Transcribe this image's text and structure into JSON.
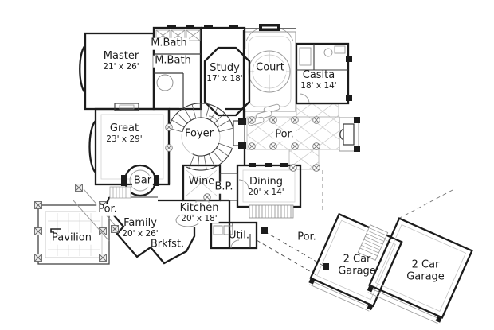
{
  "palette": {
    "ink": "#1c1c1c",
    "mid": "#3a3a3a",
    "light": "#9a9a9a",
    "faint": "#cfcfcf",
    "paper": "#ffffff"
  },
  "rooms": [
    {
      "id": "master",
      "lines": [
        "Master",
        "21' x 26'"
      ]
    },
    {
      "id": "master-bath-upper",
      "lines": [
        "M.Bath"
      ]
    },
    {
      "id": "master-bath-lower",
      "lines": [
        "M.Bath"
      ]
    },
    {
      "id": "study",
      "lines": [
        "Study",
        "17' x 18'"
      ]
    },
    {
      "id": "court",
      "lines": [
        "Court"
      ]
    },
    {
      "id": "casita",
      "lines": [
        "Casita",
        "18' x 14'"
      ]
    },
    {
      "id": "great",
      "lines": [
        "Great",
        "23' x 29'"
      ]
    },
    {
      "id": "foyer",
      "lines": [
        "Foyer"
      ]
    },
    {
      "id": "porch-east",
      "lines": [
        "Por."
      ]
    },
    {
      "id": "bar",
      "lines": [
        "Bar"
      ]
    },
    {
      "id": "wine",
      "lines": [
        "Wine"
      ]
    },
    {
      "id": "butlers-pantry",
      "lines": [
        "B.P."
      ]
    },
    {
      "id": "dining",
      "lines": [
        "Dining",
        "20' x 14'"
      ]
    },
    {
      "id": "kitchen",
      "lines": [
        "Kitchen",
        "20' x 18'"
      ]
    },
    {
      "id": "family",
      "lines": [
        "Family",
        "20' x 26'"
      ]
    },
    {
      "id": "breakfast",
      "lines": [
        "Brkfst."
      ]
    },
    {
      "id": "utility",
      "lines": [
        "Util."
      ]
    },
    {
      "id": "porch-southwest",
      "lines": [
        "Por."
      ]
    },
    {
      "id": "pavilion",
      "lines": [
        "Pavilion"
      ]
    },
    {
      "id": "porch-south",
      "lines": [
        "Por."
      ]
    },
    {
      "id": "garage-west",
      "lines": [
        "2 Car",
        "Garage"
      ]
    },
    {
      "id": "garage-east",
      "lines": [
        "2 Car",
        "Garage"
      ]
    }
  ]
}
